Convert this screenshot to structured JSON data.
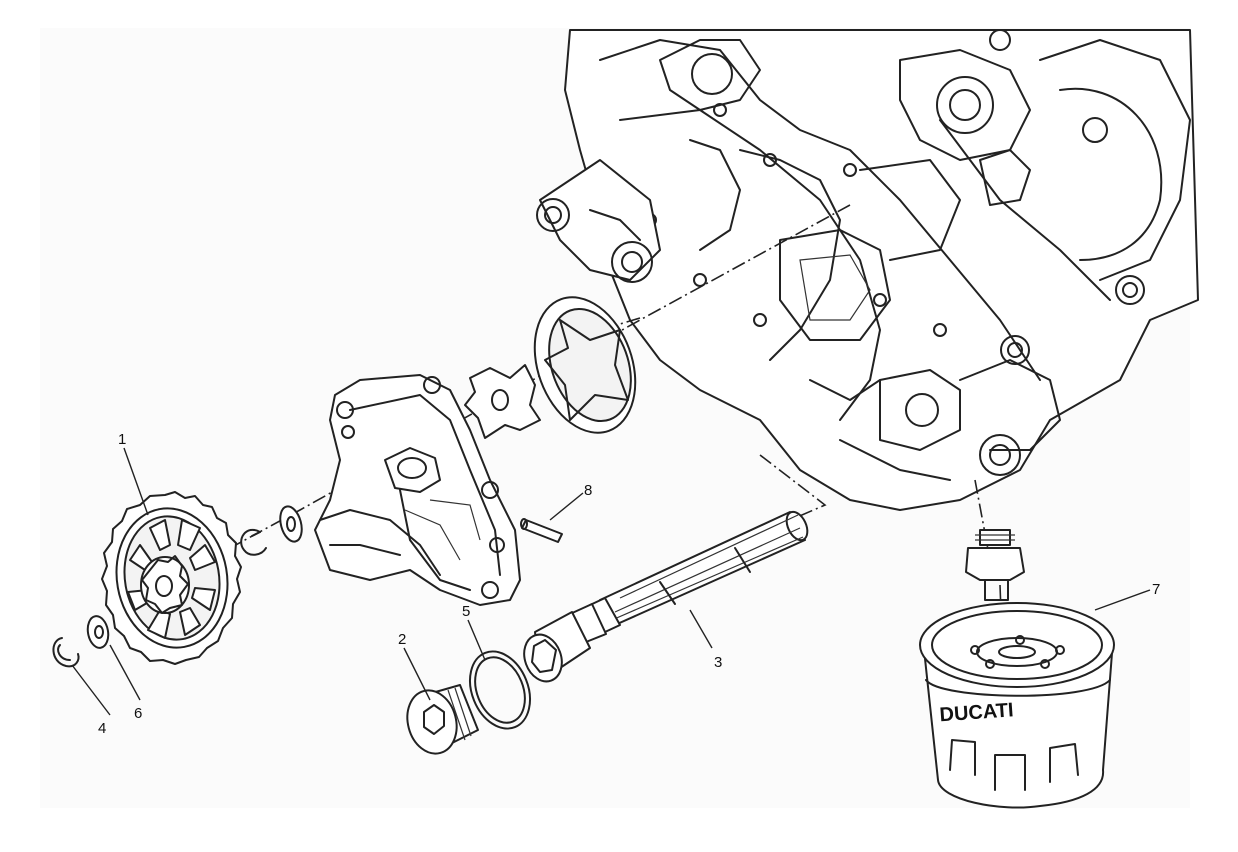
{
  "callouts": {
    "c1": "1",
    "c2": "2",
    "c3": "3",
    "c4": "4",
    "c5": "5",
    "c6": "6",
    "c7": "7",
    "c8": "8"
  },
  "filter_brand": "DUCATI",
  "colors": {
    "line": "#222222",
    "background": "#ffffff"
  }
}
